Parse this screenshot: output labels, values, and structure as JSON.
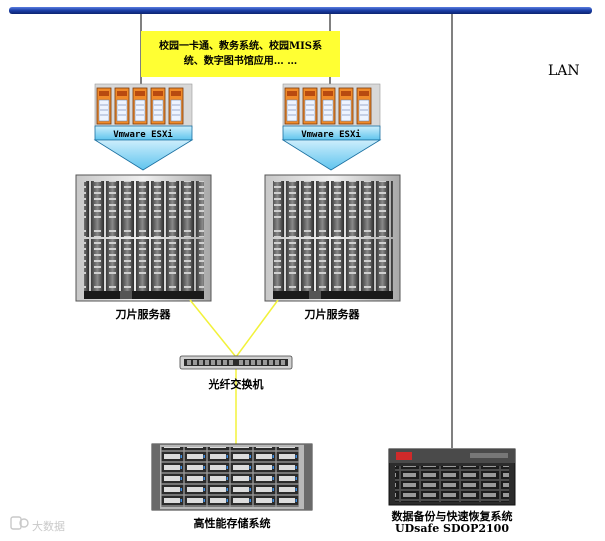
{
  "network": {
    "label": "LAN"
  },
  "apps": {
    "line1": "校园一卡通、教务系统、校园MIS系",
    "line2": "统、数字图书馆应用…  …"
  },
  "hypervisor": {
    "label": "Vmware ESXi"
  },
  "blade_servers": [
    {
      "label": "刀片服务器"
    },
    {
      "label": "刀片服务器"
    }
  ],
  "switch": {
    "label": "光纤交换机"
  },
  "storage": {
    "label": "高性能存储系统"
  },
  "backup": {
    "line1": "数据备份与快速恢复系统",
    "line2": "UDsafe SDOP2100"
  },
  "watermark": {
    "text": "大数据"
  },
  "colors": {
    "lan_bus": "#1a3ea6",
    "apps_box": "#ffff33",
    "fiber_link": "#f2f23a",
    "hypervisor_banner": "#93d9f5",
    "vm_tile": "#f08a2a"
  }
}
